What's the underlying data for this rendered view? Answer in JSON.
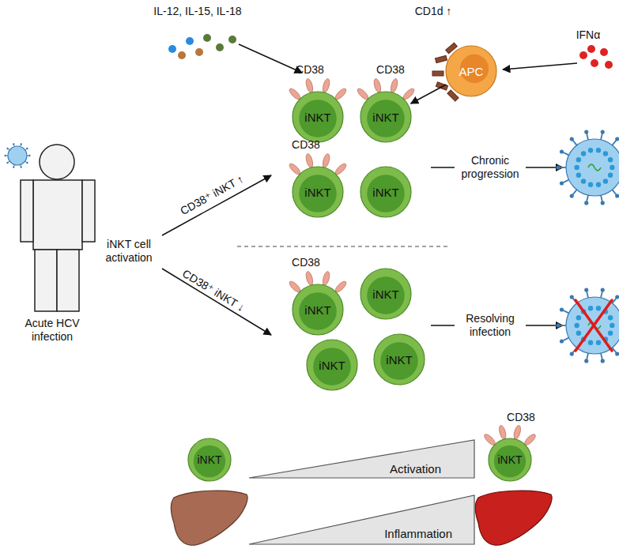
{
  "diagram": {
    "nodes": [
      {
        "text": [
          "CD38",
          "iNKT"
        ]
      },
      {
        "text": [
          "CD38",
          "iNKT"
        ]
      },
      {
        "text": [
          "APC"
        ]
      },
      {
        "text": [
          "CD38",
          "iNKT"
        ]
      },
      {
        "text": [
          "iNKT"
        ]
      },
      {
        "text": [
          "CD38",
          "iNKT"
        ]
      },
      {
        "text": [
          "iNKT"
        ]
      },
      {
        "text": [
          "iNKT"
        ]
      },
      {
        "text": [
          "iNKT"
        ]
      },
      {
        "text": [
          "iNKT"
        ]
      },
      {
        "text": [
          "CD38",
          "iNKT"
        ]
      },
      {
        "text": [
          "Activation"
        ]
      },
      {
        "text": [
          "Inflammation"
        ]
      }
    ],
    "edges": [
      {
        "from": 2,
        "to": 1,
        "arrow": "to"
      }
    ],
    "labels": [
      "IL-12, IL-15, IL-18",
      "CD1d ↑",
      "IFNα",
      "Acute HCV infection",
      "iNKT cell activation",
      "CD38⁺ iNKT ↑",
      "CD38⁺ iNKT ↓",
      "Chronic progression",
      "Resolving infection"
    ]
  }
}
